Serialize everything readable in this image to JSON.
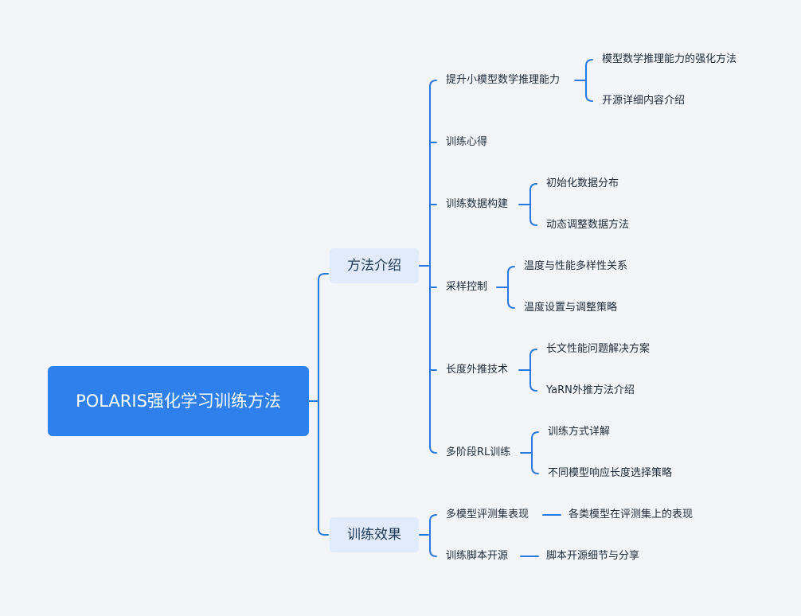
{
  "root": {
    "title": "POLARIS强化学习训练方法"
  },
  "branches": [
    {
      "label": "方法介绍",
      "children": [
        {
          "label": "提升小模型数学推理能力",
          "children": [
            "模型数学推理能力的强化方法",
            "开源详细内容介绍"
          ]
        },
        {
          "label": "训练心得",
          "children": []
        },
        {
          "label": "训练数据构建",
          "children": [
            "初始化数据分布",
            "动态调整数据方法"
          ]
        },
        {
          "label": "采样控制",
          "children": [
            "温度与性能多样性关系",
            "温度设置与调整策略"
          ]
        },
        {
          "label": "长度外推技术",
          "children": [
            "长文性能问题解决方案",
            "YaRN外推方法介绍"
          ]
        },
        {
          "label": "多阶段RL训练",
          "children": [
            "训练方式详解",
            "不同模型响应长度选择策略"
          ]
        }
      ]
    },
    {
      "label": "训练效果",
      "children": [
        {
          "label": "多模型评测集表现",
          "children": [
            "各类模型在评测集上的表现"
          ]
        },
        {
          "label": "训练脚本开源",
          "children": [
            "脚本开源细节与分享"
          ]
        }
      ]
    }
  ],
  "colors": {
    "line": "#2a78e4",
    "root_bg": "#2f80ed",
    "branch_bg": "#e1ebfc",
    "canvas_bg": "#f3f5f9"
  }
}
